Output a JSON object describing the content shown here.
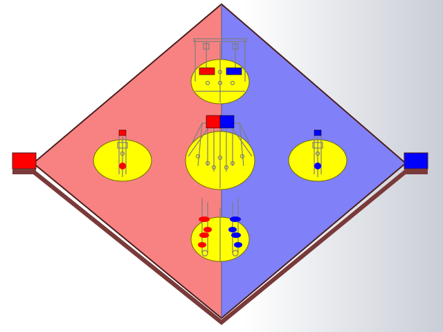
{
  "colors": {
    "background_light": "#ffffff",
    "background_dark": "#c9cdd6",
    "red_side": "#f88282",
    "blue_side": "#8080f8",
    "wall": "#7a3a3a",
    "wall_dark": "#4a1e1e",
    "zone_fill": "#ffff00",
    "zone_stroke": "#6a6a00",
    "structure": "#7c7c7c",
    "red_piece": "#ff0000",
    "blue_piece": "#0000ff",
    "center_line": "#5a5a7a"
  },
  "field": {
    "shape": "diamond",
    "sides": [
      "red",
      "blue"
    ]
  },
  "goals": [
    {
      "id": "red-goal",
      "color": "red"
    },
    {
      "id": "blue-goal",
      "color": "blue"
    }
  ],
  "zones": [
    {
      "id": "top-zone",
      "label": "top"
    },
    {
      "id": "center-zone",
      "label": "center"
    },
    {
      "id": "left-zone",
      "label": "left"
    },
    {
      "id": "right-zone",
      "label": "right"
    },
    {
      "id": "bottom-zone",
      "label": "bottom"
    }
  ],
  "icons": [
    "goal-box-icon",
    "scoring-structure-icon",
    "game-piece-icon"
  ]
}
